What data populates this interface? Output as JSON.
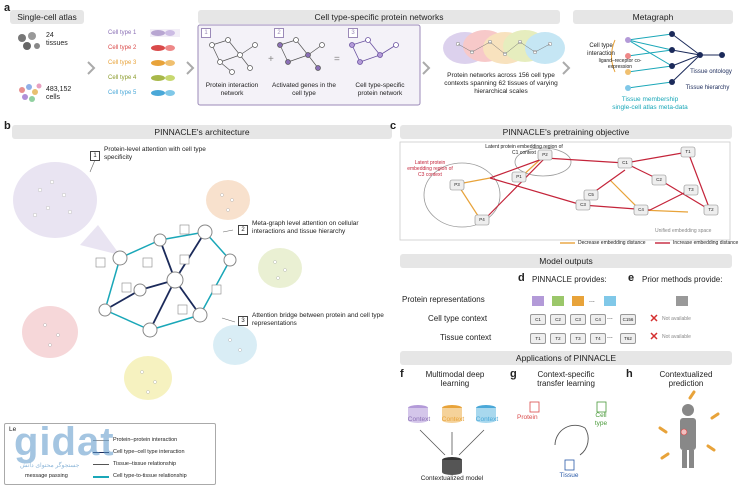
{
  "panel_a": {
    "label": "a",
    "atlas_header": "Single-cell atlas",
    "tissues_count": "24",
    "tissues_label": "tissues",
    "cells_count": "483,152",
    "cells_label": "cells",
    "cell_types": [
      "Cell type 1",
      "Cell type 2",
      "Cell type 3",
      "Cell type 4",
      "Cell type 5"
    ],
    "cell_type_colors": [
      "#8a6fb5",
      "#d94a4a",
      "#e8a33a",
      "#a8b84a",
      "#4aa8d8"
    ],
    "networks_header": "Cell type-specific protein networks",
    "steps": [
      {
        "num": "1",
        "label": "Protein interaction network"
      },
      {
        "num": "2",
        "label": "Activated genes in the cell type"
      },
      {
        "num": "3",
        "label": "Cell type-specific protein network"
      }
    ],
    "networks_caption": "Protein networks across 156 cell type contexts spanning 62 tissues of varying hierarchical scales",
    "metagraph_header": "Metagraph",
    "mg_cell_type_interaction": "Cell type interaction",
    "mg_ligand": "ligand–receptor co-expression",
    "mg_tissue_ontology": "Tissue ontology",
    "mg_tissue_hierarchy": "Tissue hierarchy",
    "mg_tissue_membership": "Tissue membership",
    "mg_atlas_meta": "single-cell atlas meta-data"
  },
  "panel_b": {
    "label": "b",
    "header": "PINNACLE's architecture",
    "callouts": [
      {
        "num": "1",
        "text": "Protein-level attention with cell type specificity"
      },
      {
        "num": "2",
        "text": "Meta-graph level attention on cellular interactions and tissue hierarchy"
      },
      {
        "num": "3",
        "text": "Attention bridge between protein and cell type representations"
      }
    ],
    "legend": {
      "title": "Le",
      "items": [
        "Protein–protein interaction",
        "Cell type–cell type interaction",
        "Tissue–tissue relationship",
        "Cell type-to-tissue relationship"
      ],
      "left_item": "message passing"
    }
  },
  "panel_c": {
    "label": "c",
    "header": "PINNACLE's pretraining objective",
    "region_c3": "Latent protein embedding region of C3 context",
    "region_c1": "Latent protein embedding region of C1 context",
    "space_label": "Unified embedding space",
    "legend_decrease": "Decrease embedding distance",
    "legend_increase": "Increase embedding distance",
    "nodes": [
      "P1",
      "P2",
      "P3",
      "P4",
      "C1",
      "C2",
      "C3",
      "C4",
      "C5",
      "T1",
      "T2",
      "T3"
    ]
  },
  "model_outputs": {
    "header": "Model outputs",
    "d_label": "d",
    "d_title": "PINNACLE provides:",
    "e_label": "e",
    "e_title": "Prior methods provide:",
    "rows": [
      "Protein representations",
      "Cell type context",
      "Tissue context"
    ],
    "cell_chips": [
      "C1",
      "C2",
      "C3",
      "C4",
      "...",
      "C156"
    ],
    "tissue_chips": [
      "T1",
      "T2",
      "T3",
      "T4",
      "...",
      "T62"
    ],
    "not_available": "Not available",
    "dots": "..."
  },
  "applications": {
    "header": "Applications of PINNACLE",
    "f_label": "f",
    "f_title": "Multimodal deep learning",
    "f_context": "Context",
    "f_model": "Contextualized model",
    "g_label": "g",
    "g_title": "Context-specific transfer learning",
    "g_protein": "Protein",
    "g_cell": "Cell type",
    "g_tissue": "Tissue",
    "h_label": "h",
    "h_title": "Contextualized prediction"
  },
  "watermark": "gidat",
  "watermark_sub": "جستجوگر محتوای دانش"
}
